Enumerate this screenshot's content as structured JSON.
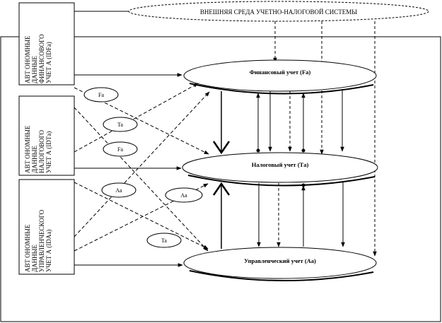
{
  "env_label": "ВНЕШНЯЯ СРЕДА УЧЕТНО-НАЛОГОВОЙ СИСТЕМЫ",
  "sources": [
    {
      "lines": [
        "АВТ ОНОМНЫЕ",
        "ДАННЫЕ",
        "ФИНАНСОВОГО",
        "УЧЕТ А (IDFа)"
      ]
    },
    {
      "lines": [
        "АВТ ОНОМНЫЕ",
        "ДАННЫЕ",
        "НАЛОГОВОГО",
        "УЧЕТ А (IDTа)"
      ]
    },
    {
      "lines": [
        "АВТ ОНОМНЫЕ",
        "ДАННЫЕ",
        "УПРАВЛЕНЧЕСКОГО",
        "УЧЕТ А (IDAа)"
      ]
    }
  ],
  "accounts": {
    "financial": "Финансовый учет (Fa)",
    "tax": "Налоговый учет (Tа)",
    "management": "Управленческий учет (Aa)"
  },
  "flow_labels": {
    "fa_top": "Fa",
    "ta_mid": "Ta",
    "fa_low": "Fa",
    "aa_left": "Aa",
    "aa_right": "Aa",
    "ta_bottom": "Ta"
  }
}
